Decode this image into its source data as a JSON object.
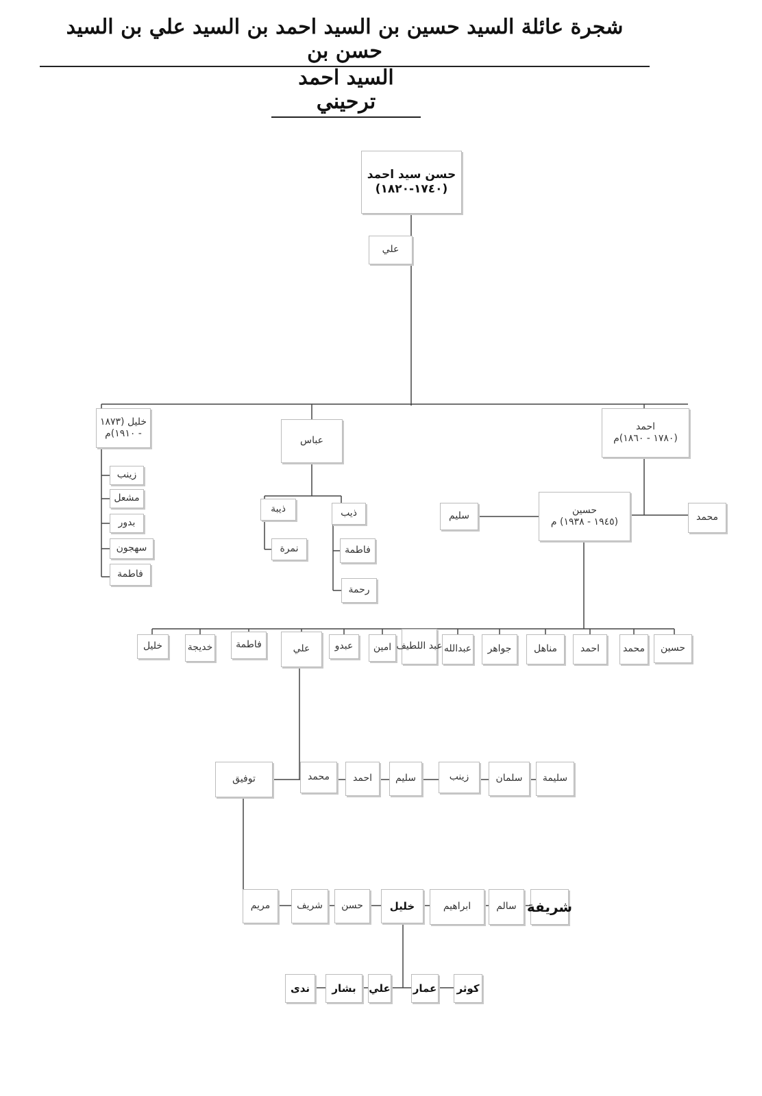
{
  "title": {
    "line1": "شجرة عائلة السيد حسين بن السيد احمد بن السيد علي بن السيد حسن بن",
    "line2": "السيد احمد ترحيني"
  },
  "nodes": {
    "root": {
      "name": "حسن سيد احمد",
      "dates": "(١٧٤٠-١٨٢٠)"
    },
    "ali1": {
      "name": "علي"
    },
    "khalil1": {
      "name": "خليل (١٨٧٣",
      "dates": "- ١٩١٠)م"
    },
    "abbas": {
      "name": "عباس"
    },
    "ahmad1": {
      "name": "احمد",
      "dates": "(١٧٨٠ - ١٨٦٠)م"
    },
    "zeinab1": {
      "name": "زينب"
    },
    "mashal": {
      "name": "مشعل"
    },
    "budur": {
      "name": "بدور"
    },
    "sahjun": {
      "name": "سهجون"
    },
    "fatima1": {
      "name": "فاطمة"
    },
    "dhibah": {
      "name": "ذيبة"
    },
    "namra": {
      "name": "نمرة"
    },
    "dhib": {
      "name": "ذيب"
    },
    "fatima2": {
      "name": "فاطمة"
    },
    "rahma": {
      "name": "رحمة"
    },
    "salim1": {
      "name": "سليم"
    },
    "husayn1": {
      "name": "حسين",
      "dates": "(١٩٤٥ - ١٩٣٨) م"
    },
    "muhammad1": {
      "name": "محمد"
    },
    "khalil2": {
      "name": "خليل"
    },
    "khadija": {
      "name": "خديجة"
    },
    "fatima3": {
      "name": "فاطمة"
    },
    "ali2": {
      "name": "علي"
    },
    "abdo": {
      "name": "عبدو"
    },
    "amin": {
      "name": "امين"
    },
    "abdellatif": {
      "name": "عبد اللطيف"
    },
    "abdallah": {
      "name": "عبدالله"
    },
    "jawaher": {
      "name": "جواهر"
    },
    "manahel": {
      "name": "مناهل"
    },
    "ahmad2": {
      "name": "احمد"
    },
    "muhammad2": {
      "name": "محمد"
    },
    "husayn2": {
      "name": "حسين"
    },
    "tawfiq": {
      "name": "توفيق"
    },
    "muhammad3": {
      "name": "محمد"
    },
    "ahmad3": {
      "name": "احمد"
    },
    "salim2": {
      "name": "سليم"
    },
    "zeinab2": {
      "name": "زينب"
    },
    "salman": {
      "name": "سلمان"
    },
    "salima": {
      "name": "سليمة"
    },
    "maryam": {
      "name": "مريم"
    },
    "sharif": {
      "name": "شريف"
    },
    "hasan": {
      "name": "حسن"
    },
    "khalil3": {
      "name": "خليل"
    },
    "ibrahim": {
      "name": "ابراهيم"
    },
    "salem": {
      "name": "سالم"
    },
    "sharifa": {
      "name": "شريفة"
    },
    "nada": {
      "name": "ندى"
    },
    "bashar": {
      "name": "بشار"
    },
    "ali3": {
      "name": "علي"
    },
    "ammar": {
      "name": "عمار"
    },
    "kawthar": {
      "name": "كوثر"
    }
  }
}
